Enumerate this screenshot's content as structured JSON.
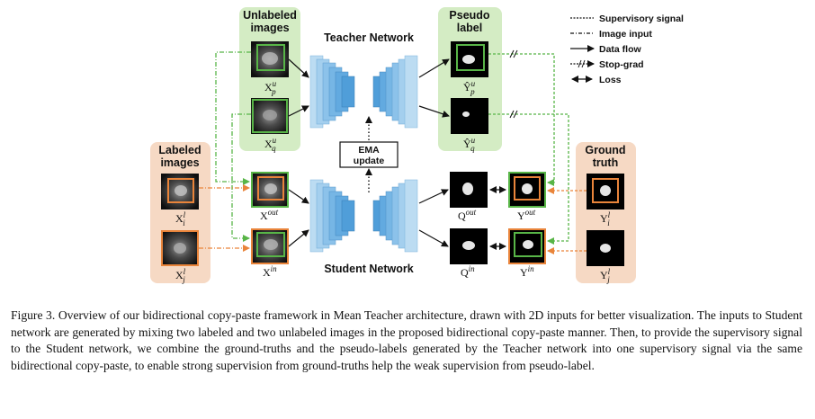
{
  "diagram": {
    "unlabeled_title": [
      "Unlabeled",
      "images"
    ],
    "labeled_title": [
      "Labeled",
      "images"
    ],
    "pseudo_title": [
      "Pseudo",
      "label"
    ],
    "ground_title": [
      "Ground",
      "truth"
    ],
    "teacher_network": "Teacher Network",
    "student_network": "Student Network",
    "ema": [
      "EMA",
      "update"
    ],
    "var_xpu": {
      "base": "X",
      "sup": "u",
      "sub": "p"
    },
    "var_xqu": {
      "base": "X",
      "sup": "u",
      "sub": "q"
    },
    "var_xil": {
      "base": "X",
      "sup": "l",
      "sub": "i"
    },
    "var_xjl": {
      "base": "X",
      "sup": "l",
      "sub": "j"
    },
    "var_xout": {
      "base": "X",
      "sup": "out",
      "sub": ""
    },
    "var_xin": {
      "base": "X",
      "sup": "in",
      "sub": ""
    },
    "var_ypu": {
      "base": "Ŷ",
      "sup": "u",
      "sub": "p"
    },
    "var_yqu": {
      "base": "Ŷ",
      "sup": "u",
      "sub": "q"
    },
    "var_qout": {
      "base": "Q",
      "sup": "out",
      "sub": ""
    },
    "var_qin": {
      "base": "Q",
      "sup": "in",
      "sub": ""
    },
    "var_yout": {
      "base": "Y",
      "sup": "out",
      "sub": ""
    },
    "var_yin": {
      "base": "Y",
      "sup": "in",
      "sub": ""
    },
    "var_yil": {
      "base": "Y",
      "sup": "l",
      "sub": "i"
    },
    "var_yjl": {
      "base": "Y",
      "sup": "l",
      "sub": "j"
    }
  },
  "legend": {
    "supervisory": "Supervisory signal",
    "image_input": "Image input",
    "data_flow": "Data flow",
    "stop_grad": "Stop-grad",
    "loss": "Loss"
  },
  "colors": {
    "green_panel": "#d4ecc4",
    "orange_panel": "#f6d9c4",
    "green_line": "#58b547",
    "orange_line": "#e9843a",
    "network_blue": "#6fb1e2"
  },
  "caption": "Figure 3. Overview of our bidirectional copy-paste framework in Mean Teacher architecture, drawn with 2D inputs for better visualization. The inputs to Student network are generated by mixing two labeled and two unlabeled images in the proposed bidirectional copy-paste manner. Then, to provide the supervisory signal to the Student network, we combine the ground-truths and the pseudo-labels generated by the Teacher network into one supervisory signal via the same bidirectional copy-paste, to enable strong supervision from ground-truths help the weak supervision from pseudo-label."
}
